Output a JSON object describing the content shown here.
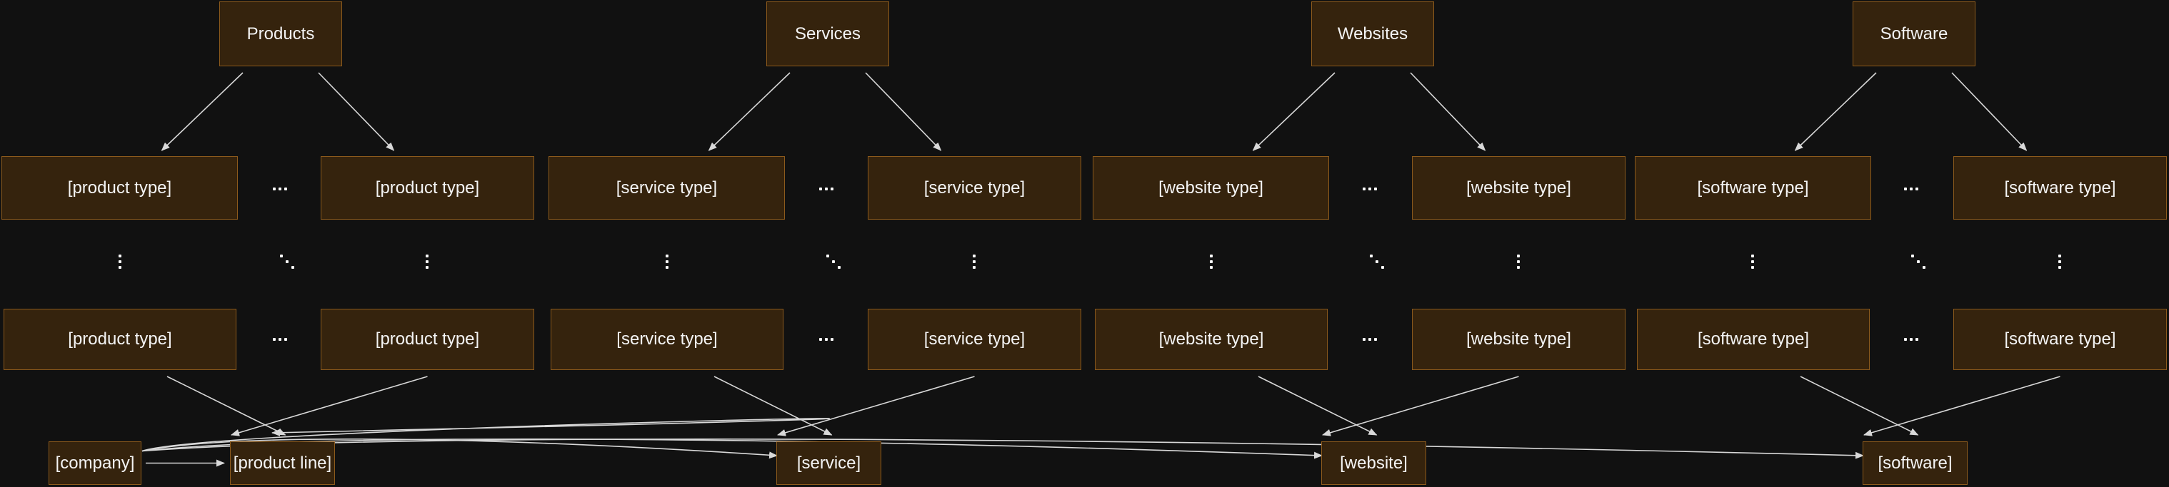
{
  "colors": {
    "background": "#111111",
    "node_fill": "#35230d",
    "node_border": "#8c5a1c",
    "text": "#f4f4f4",
    "edge": "#d8d8d8"
  },
  "categories": [
    {
      "key": "products",
      "title": "Products",
      "type_label": "[product type]",
      "instance_label": "[product line]"
    },
    {
      "key": "services",
      "title": "Services",
      "type_label": "[service type]",
      "instance_label": "[service]"
    },
    {
      "key": "websites",
      "title": "Websites",
      "type_label": "[website type]",
      "instance_label": "[website]"
    },
    {
      "key": "software",
      "title": "Software",
      "type_label": "[software type]",
      "instance_label": "[software]"
    }
  ],
  "company": {
    "label": "[company]"
  },
  "edges": [
    {
      "from": "products-title",
      "to": "products-type-r1-a"
    },
    {
      "from": "products-title",
      "to": "products-type-r1-b"
    },
    {
      "from": "services-title",
      "to": "services-type-r1-a"
    },
    {
      "from": "services-title",
      "to": "services-type-r1-b"
    },
    {
      "from": "websites-title",
      "to": "websites-type-r1-a"
    },
    {
      "from": "websites-title",
      "to": "websites-type-r1-b"
    },
    {
      "from": "software-title",
      "to": "software-type-r1-a"
    },
    {
      "from": "software-title",
      "to": "software-type-r1-b"
    },
    {
      "from": "products-type-r2-a",
      "to": "products-instance"
    },
    {
      "from": "products-type-r2-b",
      "to": "products-instance"
    },
    {
      "from": "services-type-r2-a",
      "to": "services-instance"
    },
    {
      "from": "services-type-r2-b",
      "to": "services-instance"
    },
    {
      "from": "websites-type-r2-a",
      "to": "websites-instance"
    },
    {
      "from": "websites-type-r2-b",
      "to": "websites-instance"
    },
    {
      "from": "software-type-r2-a",
      "to": "software-instance"
    },
    {
      "from": "software-type-r2-b",
      "to": "software-instance"
    },
    {
      "from": "company",
      "to": "products-instance"
    },
    {
      "from": "company",
      "to": "products-instance-top"
    },
    {
      "from": "company",
      "to": "services-instance"
    },
    {
      "from": "company",
      "to": "websites-instance"
    },
    {
      "from": "company",
      "to": "software-instance"
    }
  ]
}
